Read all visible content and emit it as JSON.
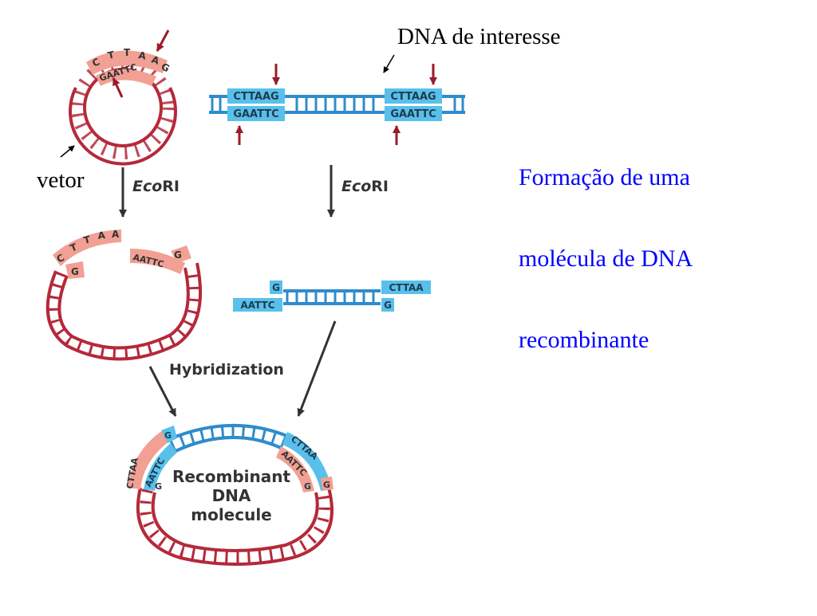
{
  "labels": {
    "dna_of_interest": "DNA de interesse",
    "vector": "vetor",
    "side_note": {
      "line1": "Formação de uma",
      "line2": "molécula de DNA",
      "line3": "recombinante"
    },
    "enzyme_italic": "Eco",
    "enzyme_suffix": "RI",
    "hybridization": "Hybridization",
    "product_line1": "Recombinant",
    "product_line2": "DNA",
    "product_line3": "molecule"
  },
  "sequences": {
    "top_strand": "CTTAAG",
    "bottom_strand": "GAATTC",
    "sticky_long_top": "CTTAA",
    "sticky_long_bottom": "AATTC",
    "sticky_single": "G",
    "letters_c": "C",
    "letters_t": "T",
    "letters_a": "A",
    "letters_g": "G"
  },
  "colors": {
    "vector_strand": "#b5293a",
    "vector_sticky_end": "#f1a093",
    "insert_strand": "#2f8ccb",
    "insert_sticky_end": "#58c0eb",
    "cut_arrow": "#9b1b2a",
    "note_text": "#0000ff",
    "label_text": "#000000",
    "step_text": "#333333"
  }
}
